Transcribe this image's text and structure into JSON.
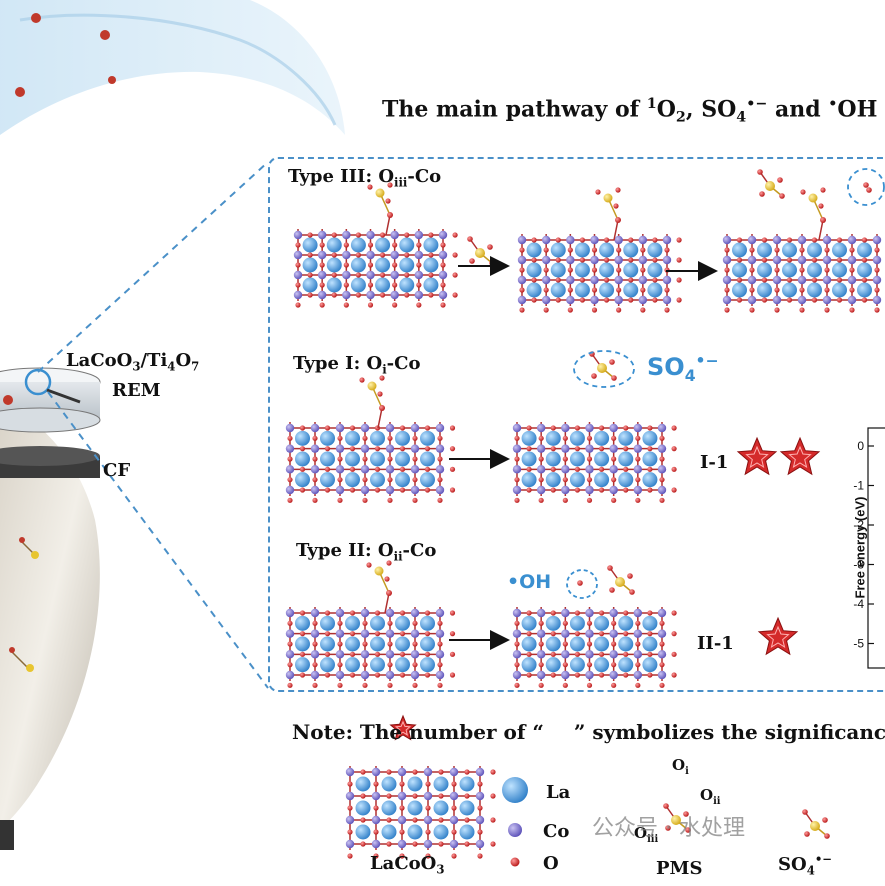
{
  "title": {
    "prefix": "The main pathway of ",
    "sup1": "1",
    "o2": "O",
    "sub2": "2",
    "mid": ", SO",
    "sub4": "4",
    "sup_rad": "•−",
    "and": " and ",
    "dot": "•",
    "oh": "OH"
  },
  "left": {
    "rem_line1": "LaCoO",
    "rem_sub3": "3",
    "rem_slash": "/Ti",
    "rem_sub4": "4",
    "rem_o": "O",
    "rem_sub7": "7",
    "rem_line2": "REM",
    "cf": "CF"
  },
  "types": [
    {
      "prefix": "Type III: O",
      "sub": "iii",
      "suffix": "-Co"
    },
    {
      "prefix": "Type I: O",
      "sub": "i",
      "suffix": "-Co"
    },
    {
      "prefix": "Type II: O",
      "sub": "ii",
      "suffix": "-Co"
    }
  ],
  "products": {
    "so4_prefix": "SO",
    "so4_sub": "4",
    "so4_sup": "•−",
    "oh_label": "•OH",
    "i1": "I-1",
    "ii1": "II-1"
  },
  "energy_axis": {
    "ylabel": "Free energy (eV)",
    "ticks": [
      "0",
      "-1",
      "-2",
      "-3",
      "-4",
      "-5"
    ]
  },
  "note": {
    "prefix": "Note: The number of “",
    "suffix": "” symbolizes the significanc"
  },
  "legend": {
    "la": "La",
    "co": "Co",
    "o": "O",
    "lacoo3_prefix": "LaCoO",
    "lacoo3_sub": "3",
    "pms": "PMS",
    "oi_prefix": "O",
    "oi_sub": "i",
    "oii_prefix": "O",
    "oii_sub": "ii",
    "oiii_prefix": "O",
    "oiii_sub": "iii",
    "so4_prefix": "SO",
    "so4_sub": "4",
    "so4_sup": "•−"
  },
  "watermark": "公众号 · 水处理",
  "colors": {
    "accent_blue": "#3a8fd0",
    "star_red": "#d42a2a",
    "la_blue": "#3f8fd6",
    "co_purple": "#6a5fc4",
    "o_red": "#cc2020",
    "s_yellow": "#e8c530"
  }
}
